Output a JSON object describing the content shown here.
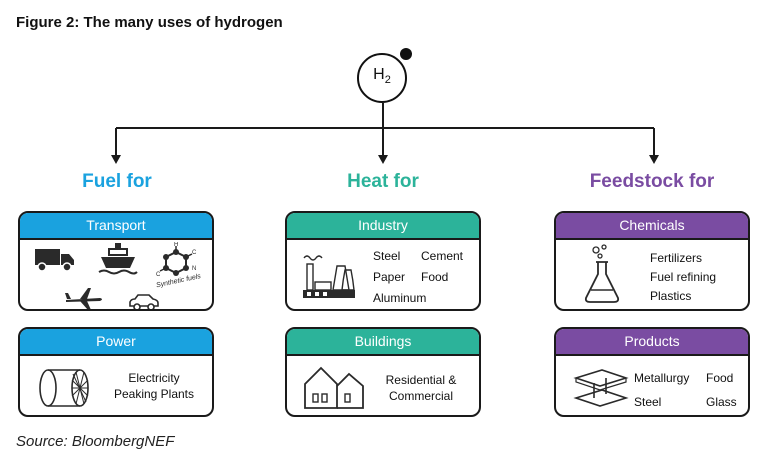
{
  "title": "Figure 2:  The many uses of hydrogen",
  "source": "Source: BloombergNEF",
  "root": {
    "symbol": "H",
    "subscript": "2"
  },
  "colors": {
    "fuel": "#1AA2DF",
    "heat": "#2CB39A",
    "feedstock": "#7A4CA2",
    "line": "#1a1a1a"
  },
  "columns": [
    {
      "title": "Fuel for",
      "cards": [
        {
          "header": "Transport",
          "icon": "truck-ship-plane-car-molecule-icons",
          "molecule_label": "Synthetic fuels",
          "molecule_atoms": [
            "H",
            "C",
            "N",
            "C"
          ]
        },
        {
          "header": "Power",
          "icon": "turbine-icon",
          "lines": [
            "Electricity",
            "Peaking Plants"
          ]
        }
      ]
    },
    {
      "title": "Heat for",
      "cards": [
        {
          "header": "Industry",
          "icon": "factory-icon",
          "items": [
            "Steel",
            "Cement",
            "Paper",
            "Food",
            "Aluminum"
          ]
        },
        {
          "header": "Buildings",
          "icon": "houses-icon",
          "lines": [
            "Residential &",
            "Commercial"
          ]
        }
      ]
    },
    {
      "title": "Feedstock for",
      "cards": [
        {
          "header": "Chemicals",
          "icon": "flask-icon",
          "lines": [
            "Fertilizers",
            "Fuel refining",
            "Plastics"
          ]
        },
        {
          "header": "Products",
          "icon": "steel-beam-icon",
          "items": [
            "Metallurgy",
            "Food",
            "Steel",
            "Glass"
          ]
        }
      ]
    }
  ]
}
